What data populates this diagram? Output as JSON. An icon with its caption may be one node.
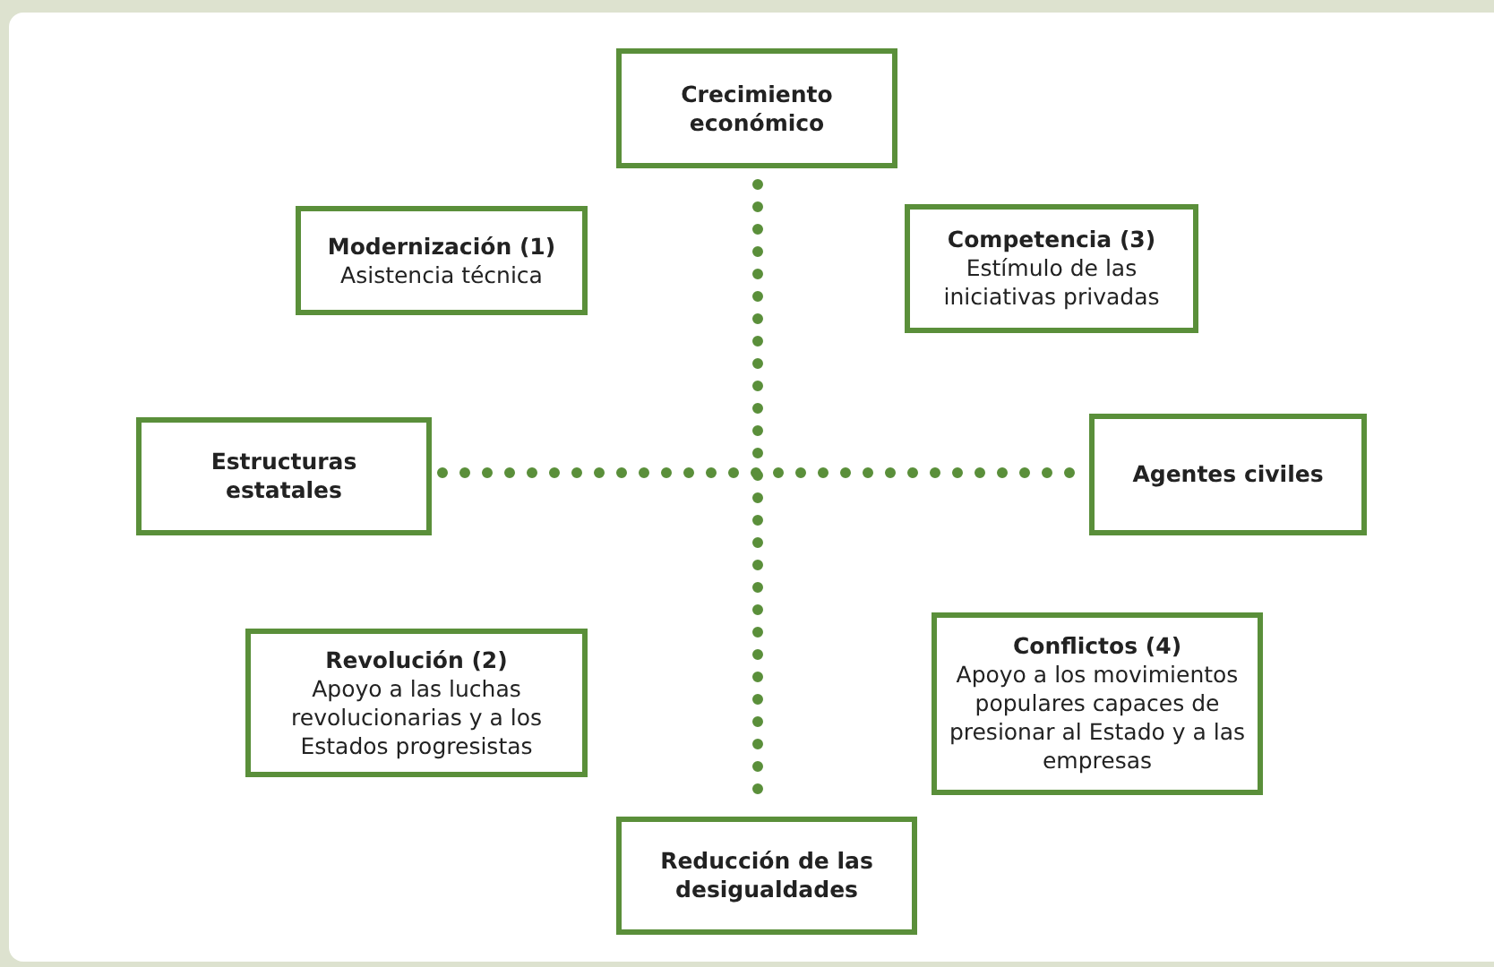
{
  "diagram": {
    "nodes": [
      {
        "text": [
          "Crecimiento económico"
        ]
      },
      {
        "text": [
          "Modernización (1)",
          "Asistencia técnica"
        ]
      },
      {
        "text": [
          "Competencia (3)",
          "Estímulo de las iniciativas privadas"
        ]
      },
      {
        "text": [
          "Estructuras estatales"
        ]
      },
      {
        "text": [
          "Agentes civiles"
        ]
      },
      {
        "text": [
          "Revolución (2)",
          "Apoyo a las luchas revolucionarias y a los Estados progresistas"
        ]
      },
      {
        "text": [
          "Conflictos (4)",
          "Apoyo a los movimientos populares capaces de presionar al Estado y a las empresas"
        ]
      },
      {
        "text": [
          "Reducción de las desigualdades"
        ]
      }
    ],
    "edges": [
      {
        "from": 0,
        "to": 7,
        "arrow": "none",
        "style": "dashed"
      },
      {
        "from": 3,
        "to": 4,
        "arrow": "none",
        "style": "dashed"
      }
    ]
  }
}
